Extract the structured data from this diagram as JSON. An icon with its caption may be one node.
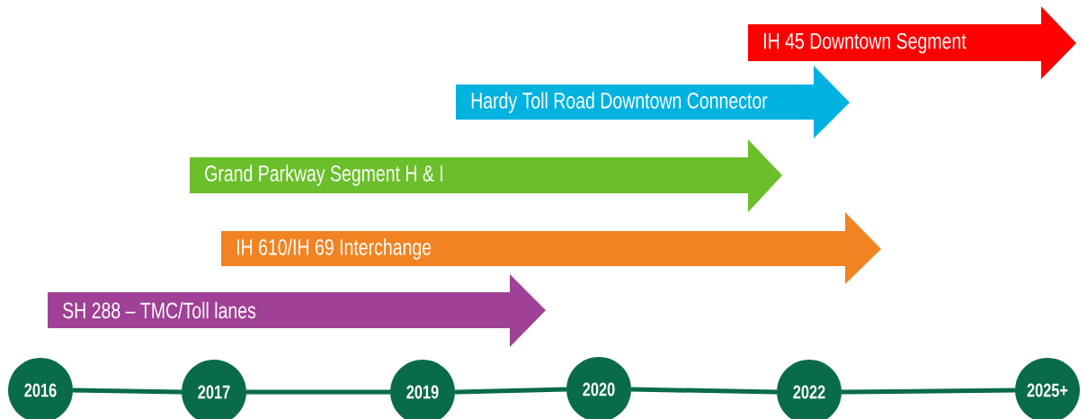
{
  "diagram": {
    "nodes": [
      {
        "text": [
          "IH 45 Downtown Segment"
        ]
      },
      {
        "text": [
          "Hardy Toll Road Downtown Connector"
        ]
      },
      {
        "text": [
          "Grand Parkway Segment H & I"
        ]
      },
      {
        "text": [
          "IH 610/IH 69 Interchange"
        ]
      },
      {
        "text": [
          "SH 288 – TMC/Toll lanes"
        ]
      },
      {
        "text": [
          "2016"
        ]
      },
      {
        "text": [
          "2017"
        ]
      },
      {
        "text": [
          "2019"
        ]
      },
      {
        "text": [
          "2020"
        ]
      },
      {
        "text": [
          "2022"
        ]
      },
      {
        "text": [
          "2025+"
        ]
      }
    ],
    "edges": [
      {
        "from": 5,
        "to": 6,
        "arrow": "none"
      },
      {
        "from": 6,
        "to": 7,
        "arrow": "none"
      },
      {
        "from": 7,
        "to": 8,
        "arrow": "none"
      },
      {
        "from": 8,
        "to": 9,
        "arrow": "none"
      },
      {
        "from": 9,
        "to": 10,
        "arrow": "none"
      }
    ]
  }
}
